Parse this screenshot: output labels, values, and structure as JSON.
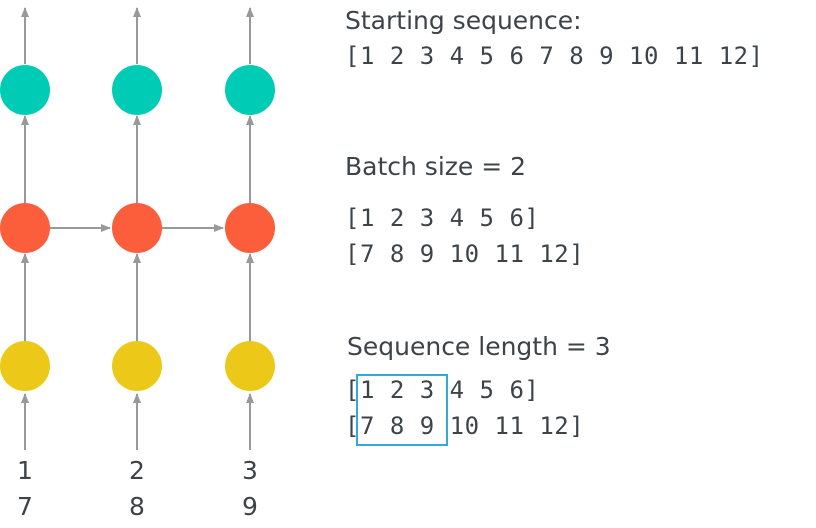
{
  "colors": {
    "output_node": "#00cbb5",
    "hidden_node": "#fc5d3b",
    "input_node": "#ecc919",
    "arrow": "#999999",
    "window_box": "#35a9cf",
    "text": "#3d4449"
  },
  "columns": [
    {
      "top_label": "1",
      "bottom_label": "7"
    },
    {
      "top_label": "2",
      "bottom_label": "8"
    },
    {
      "top_label": "3",
      "bottom_label": "9"
    }
  ],
  "starting": {
    "title": "Starting sequence:",
    "sequence": "[1 2 3 4 5 6 7 8 9 10 11 12]"
  },
  "batch": {
    "title": "Batch size = 2",
    "row1": "[1 2 3 4 5 6]",
    "row2": "[7 8 9 10 11 12]"
  },
  "seqlen": {
    "title": "Sequence length = 3",
    "row1": "[1 2 3 4 5 6]",
    "row2": "[7 8 9 10 11 12]"
  }
}
